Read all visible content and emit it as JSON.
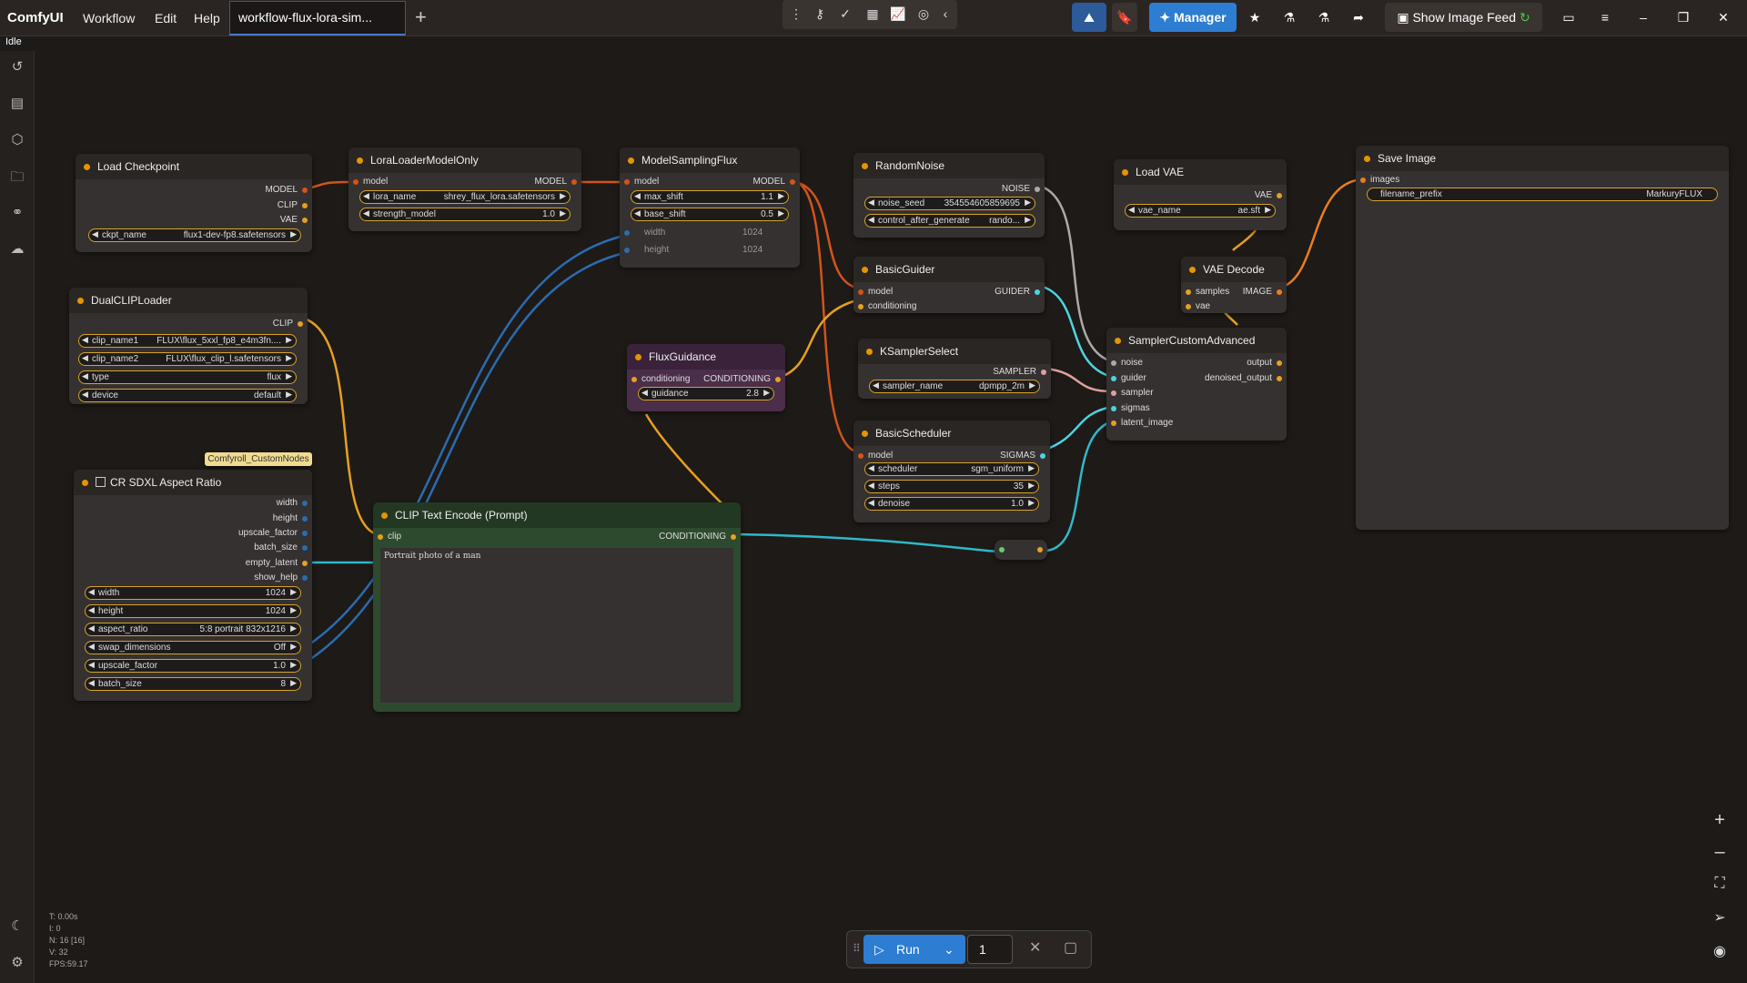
{
  "app": {
    "brand": "ComfyUI",
    "status": "Idle"
  },
  "menu": {
    "workflow": "Workflow",
    "edit": "Edit",
    "help": "Help"
  },
  "tab": {
    "title": "workflow-flux-lora-sim..."
  },
  "topright": {
    "manager": "Manager",
    "feed": "Show Image Feed"
  },
  "nodes": {
    "load_checkpoint": {
      "title": "Load Checkpoint",
      "out_model": "MODEL",
      "out_clip": "CLIP",
      "out_vae": "VAE",
      "w_label": "ckpt_name",
      "w_value": "flux1-dev-fp8.safetensors"
    },
    "lora": {
      "title": "LoraLoaderModelOnly",
      "in_model": "model",
      "out_model": "MODEL",
      "w1_label": "lora_name",
      "w1_value": "shrey_flux_lora.safetensors",
      "w2_label": "strength_model",
      "w2_value": "1.0"
    },
    "msf": {
      "title": "ModelSamplingFlux",
      "in_model": "model",
      "out_model": "MODEL",
      "w1_label": "max_shift",
      "w1_value": "1.1",
      "w2_label": "base_shift",
      "w2_value": "0.5",
      "i1_label": "width",
      "i1_value": "1024",
      "i2_label": "height",
      "i2_value": "1024"
    },
    "noise": {
      "title": "RandomNoise",
      "out": "NOISE",
      "w1_label": "noise_seed",
      "w1_value": "354554605859695",
      "w2_label": "control_after_generate",
      "w2_value": "rando..."
    },
    "vae": {
      "title": "Load VAE",
      "out": "VAE",
      "w_label": "vae_name",
      "w_value": "ae.sft"
    },
    "save": {
      "title": "Save Image",
      "in": "images",
      "w_label": "filename_prefix",
      "w_value": "MarkuryFLUX"
    },
    "guider": {
      "title": "BasicGuider",
      "in1": "model",
      "in2": "conditioning",
      "out": "GUIDER"
    },
    "vaedecode": {
      "title": "VAE Decode",
      "in1": "samples",
      "in2": "vae",
      "out": "IMAGE"
    },
    "dual": {
      "title": "DualCLIPLoader",
      "out": "CLIP",
      "w1_label": "clip_name1",
      "w1_value": "FLUX\\flux_5xxl_fp8_e4m3fn....",
      "w2_label": "clip_name2",
      "w2_value": "FLUX\\flux_clip_l.safetensors",
      "w3_label": "type",
      "w3_value": "flux",
      "w4_label": "device",
      "w4_value": "default"
    },
    "ksel": {
      "title": "KSamplerSelect",
      "out": "SAMPLER",
      "w_label": "sampler_name",
      "w_value": "dpmpp_2m"
    },
    "sca": {
      "title": "SamplerCustomAdvanced",
      "in1": "noise",
      "in2": "guider",
      "in3": "sampler",
      "in4": "sigmas",
      "in5": "latent_image",
      "out1": "output",
      "out2": "denoised_output"
    },
    "flux": {
      "title": "FluxGuidance",
      "in": "conditioning",
      "out": "CONDITIONING",
      "w_label": "guidance",
      "w_value": "2.8"
    },
    "sched": {
      "title": "BasicScheduler",
      "in": "model",
      "out": "SIGMAS",
      "w1_label": "scheduler",
      "w1_value": "sgm_uniform",
      "w2_label": "steps",
      "w2_value": "35",
      "w3_label": "denoise",
      "w3_value": "1.0"
    },
    "cr": {
      "title": "CR SDXL Aspect Ratio",
      "badge": "Comfyroll_CustomNodes",
      "o1": "width",
      "o2": "height",
      "o3": "upscale_factor",
      "o4": "batch_size",
      "o5": "empty_latent",
      "o6": "show_help",
      "w1_label": "width",
      "w1_value": "1024",
      "w2_label": "height",
      "w2_value": "1024",
      "w3_label": "aspect_ratio",
      "w3_value": "5:8 portrait 832x1216",
      "w4_label": "swap_dimensions",
      "w4_value": "Off",
      "w5_label": "upscale_factor",
      "w5_value": "1.0",
      "w6_label": "batch_size",
      "w6_value": "8"
    },
    "clip": {
      "title": "CLIP Text Encode (Prompt)",
      "in": "clip",
      "out": "CONDITIONING",
      "text": "Portrait photo of a man"
    }
  },
  "run": {
    "label": "Run",
    "count": "1"
  },
  "stats": {
    "t": "T: 0.00s",
    "i": "I: 0",
    "n": "N: 16 [16]",
    "v": "V: 32",
    "fps": "FPS:59.17"
  },
  "colors": {
    "accent": "#2d7dd2",
    "widget_border": "#d7a22a",
    "clip_node": "#2e4a2e",
    "flux_node": "#4a2e4a"
  }
}
